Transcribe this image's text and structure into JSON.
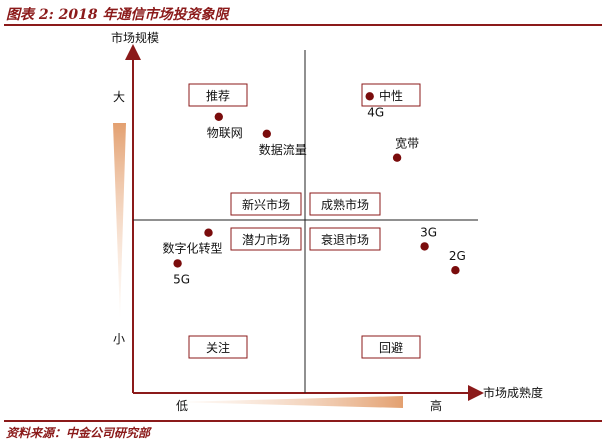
{
  "figure_title": "图表 2: 2018 年通信市场投资象限",
  "source_note": "资料来源：中金公司研究部",
  "colors": {
    "title": "#8b1a1a",
    "axis": "#8b1a1a",
    "point": "#7a0c0c",
    "gradient": "#e8b48c",
    "box_border": "#8b1a1a"
  },
  "chart_data": {
    "type": "scatter",
    "title": "",
    "xlabel": "市场成熟度",
    "ylabel": "市场规模",
    "xlim": [
      0,
      1
    ],
    "ylim": [
      0,
      1
    ],
    "x_midpoint": 0.5,
    "y_midpoint": 0.5,
    "grid": false,
    "x_tick_labels": {
      "low": "低",
      "high": "高"
    },
    "y_tick_labels": {
      "high": "大",
      "low": "小"
    },
    "quadrant_labels": {
      "top_left": "推荐",
      "top_right": "中性",
      "bottom_left": "关注",
      "bottom_right": "回避"
    },
    "center_labels": {
      "top_left": "新兴市场",
      "top_right": "成熟市场",
      "bottom_left": "潜力市场",
      "bottom_right": "衰退市场"
    },
    "points": [
      {
        "name": "物联网",
        "x": 0.25,
        "y": 0.81
      },
      {
        "name": "数据流量",
        "x": 0.39,
        "y": 0.76
      },
      {
        "name": "4G",
        "x": 0.69,
        "y": 0.87
      },
      {
        "name": "宽带",
        "x": 0.77,
        "y": 0.69
      },
      {
        "name": "数字化转型",
        "x": 0.22,
        "y": 0.47
      },
      {
        "name": "5G",
        "x": 0.13,
        "y": 0.38
      },
      {
        "name": "3G",
        "x": 0.85,
        "y": 0.43
      },
      {
        "name": "2G",
        "x": 0.94,
        "y": 0.36
      }
    ]
  }
}
